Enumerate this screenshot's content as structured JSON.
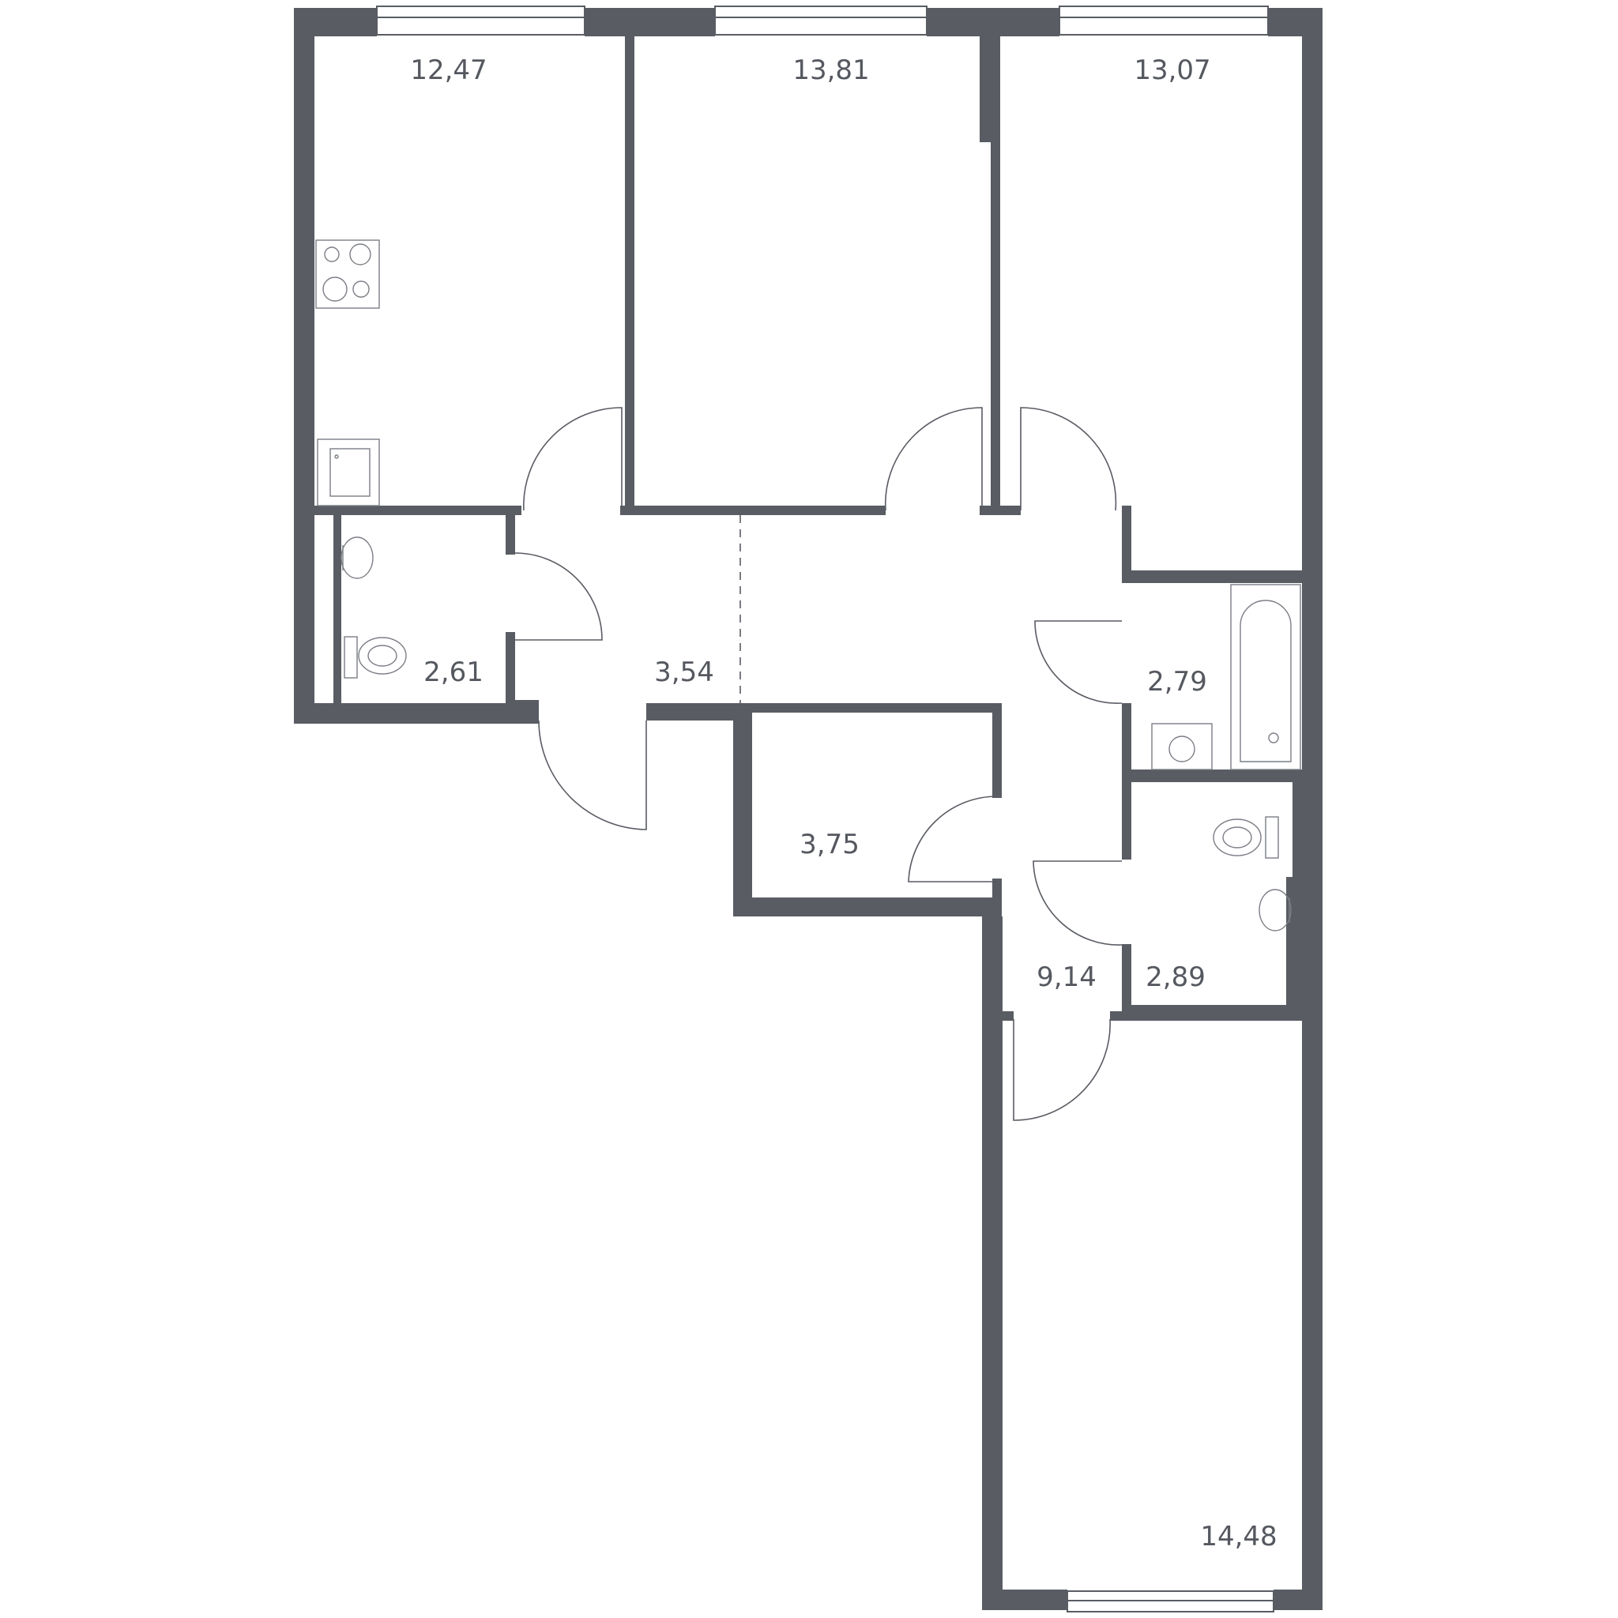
{
  "rooms": [
    {
      "id": "kitchen",
      "area": "12,47"
    },
    {
      "id": "bedroom-1",
      "area": "13,81"
    },
    {
      "id": "bedroom-2",
      "area": "13,07"
    },
    {
      "id": "wc",
      "area": "2,61"
    },
    {
      "id": "hall-a",
      "area": "3,54"
    },
    {
      "id": "bathroom",
      "area": "2,79"
    },
    {
      "id": "storage",
      "area": "3,75"
    },
    {
      "id": "corridor",
      "area": "9,14"
    },
    {
      "id": "wc-2",
      "area": "2,89"
    },
    {
      "id": "living-room",
      "area": "14,48"
    }
  ],
  "colors": {
    "wall": "#595c63",
    "background": "#ffffff",
    "label": "#55585f"
  }
}
